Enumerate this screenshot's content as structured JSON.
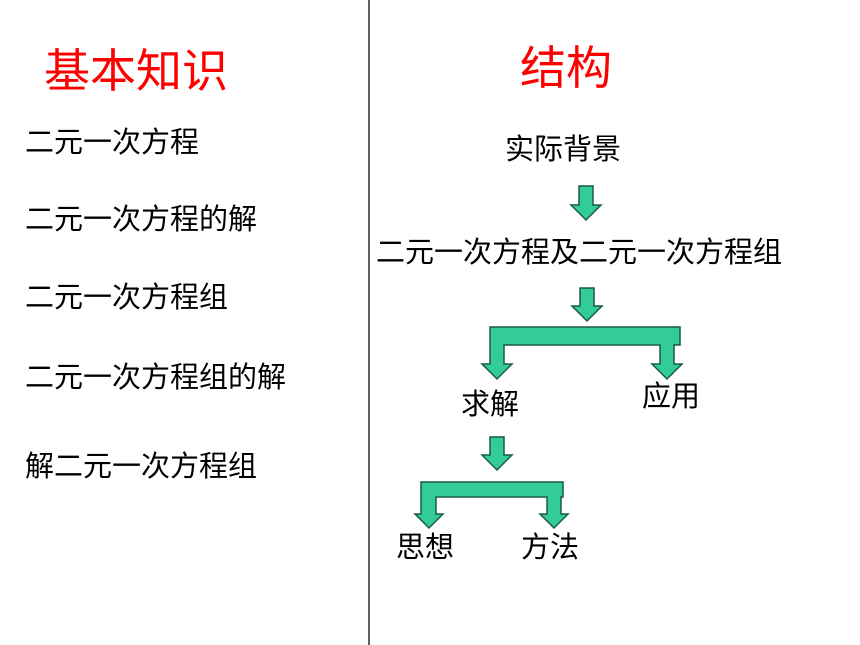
{
  "colors": {
    "heading": "#ff0000",
    "text": "#000000",
    "divider": "#606060",
    "arrow_fill": "#33cc99",
    "arrow_stroke": "#1a5c3c"
  },
  "left": {
    "title": "基本知识",
    "items": [
      "二元一次方程",
      "二元一次方程的解",
      "二元一次方程组",
      "二元一次方程组的解",
      "解二元一次方程组"
    ]
  },
  "right": {
    "title": "结构",
    "nodes": {
      "background": "实际背景",
      "equations": "二元一次方程及二元一次方程组",
      "solve": "求解",
      "apply": "应用",
      "thinking": "思想",
      "method": "方法"
    }
  }
}
